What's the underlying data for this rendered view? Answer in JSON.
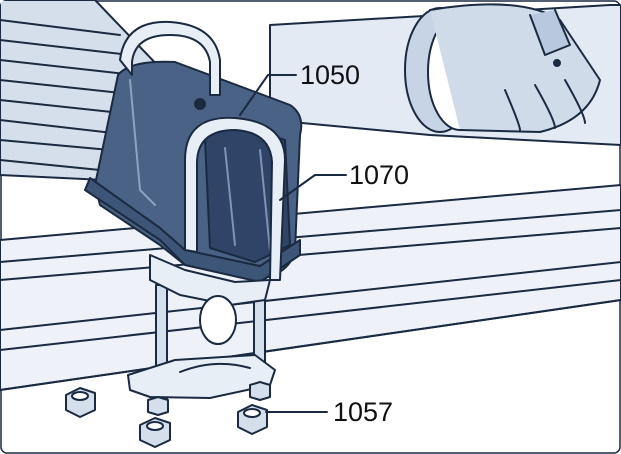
{
  "figure": {
    "callouts": [
      {
        "id": "1050",
        "label": "1050",
        "part": "u-bolt"
      },
      {
        "id": "1070",
        "label": "1070",
        "part": "saddle-pad"
      },
      {
        "id": "1057",
        "label": "1057",
        "part": "lock-nut"
      }
    ]
  },
  "colors": {
    "background": "#ffffff",
    "line": "#1a2a40",
    "part_fill": "#c7d4e6",
    "part_shade": "#9fb2cd",
    "highlight_blue": "#4a6285",
    "highlight_dark": "#2f4466",
    "metal": "#e8eef6"
  }
}
